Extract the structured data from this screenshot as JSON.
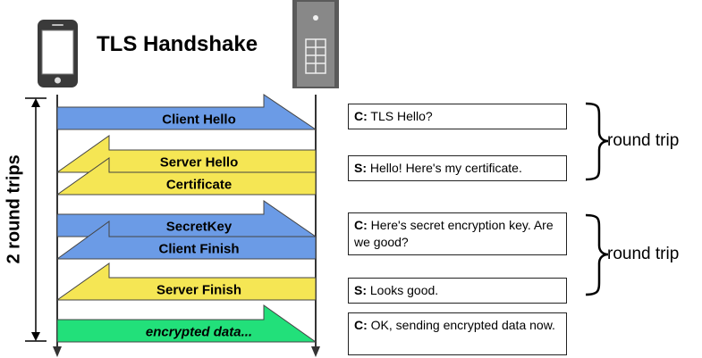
{
  "title": "TLS Handshake",
  "side_label": "2 round trips",
  "messages": [
    {
      "label": "Client Hello",
      "direction": "right",
      "color": "#6b9be6"
    },
    {
      "label": "Server Hello",
      "direction": "left",
      "color": "#f5e654"
    },
    {
      "label": "Certificate",
      "direction": "left",
      "color": "#f5e654"
    },
    {
      "label": "SecretKey",
      "direction": "right",
      "color": "#6b9be6"
    },
    {
      "label": "Client Finish",
      "direction": "left",
      "color": "#6b9be6"
    },
    {
      "label": "Server Finish",
      "direction": "left",
      "color": "#f5e654"
    },
    {
      "label": "encrypted data...",
      "direction": "right",
      "color": "#22e07a"
    }
  ],
  "notes": [
    {
      "speaker": "C:",
      "text": "TLS Hello?"
    },
    {
      "speaker": "S:",
      "text": "Hello! Here's my certificate."
    },
    {
      "speaker": "C:",
      "text": "Here's secret encryption key. Are we good?"
    },
    {
      "speaker": "S:",
      "text": "Looks good."
    },
    {
      "speaker": "C:",
      "text": "OK, sending encrypted data now."
    }
  ],
  "round_trip_labels": [
    "round trip",
    "round trip"
  ],
  "icons": {
    "client": "phone-icon",
    "server": "server-icon"
  }
}
